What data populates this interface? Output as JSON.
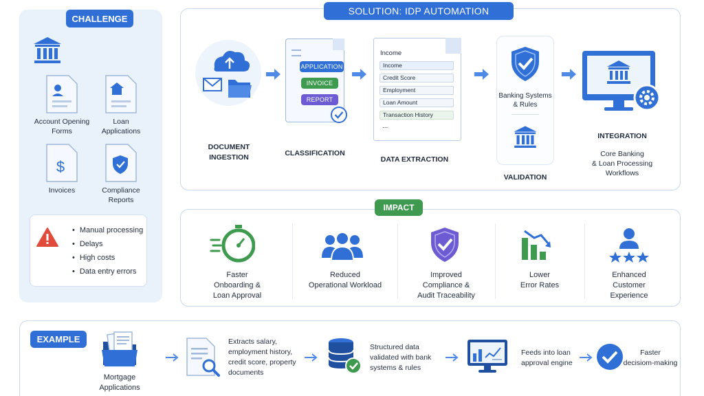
{
  "challenge": {
    "title": "CHALLENGE",
    "docs": [
      {
        "label_lines": [
          "Account Opening",
          "Forms"
        ],
        "icon": "user-document-icon"
      },
      {
        "label_lines": [
          "Loan",
          "Applications"
        ],
        "icon": "house-document-icon"
      },
      {
        "label_lines": [
          "Invoices"
        ],
        "icon": "dollar-document-icon"
      },
      {
        "label_lines": [
          "Compliance",
          "Reports"
        ],
        "icon": "shield-document-icon"
      }
    ],
    "issues": [
      "Manual processing",
      "Delays",
      "High costs",
      "Data entry errors"
    ]
  },
  "solution": {
    "title": "SOLUTION: IDP AUTOMATION",
    "steps": {
      "ingestion": [
        "DOCUMENT",
        "INGESTION"
      ],
      "classification": "CLASSIFICATION",
      "extraction": "DATA EXTRACTION",
      "validation": "VALIDATION",
      "integration": "INTEGRATION"
    },
    "chips": [
      "APPLICATION",
      "INVOICE",
      "REPORT"
    ],
    "extraction_title": "Income",
    "fields": [
      "Income",
      "Credit Score",
      "Employment",
      "Loan Amount",
      "Transaction History"
    ],
    "fields_more": "...",
    "validation_label": [
      "Banking Systems",
      "& Rules"
    ],
    "integration_desc": [
      "Core Banking",
      "& Loan Processing",
      "Workflows"
    ]
  },
  "impact": {
    "title": "IMPACT",
    "items": [
      {
        "lines": [
          "Faster",
          "Onboarding &",
          "Loan Approval"
        ]
      },
      {
        "lines": [
          "Reduced",
          "Operational Workload"
        ]
      },
      {
        "lines": [
          "Improved",
          "Compliance &",
          "Audit Traceability"
        ]
      },
      {
        "lines": [
          "Lower",
          "Error Rates"
        ]
      },
      {
        "lines": [
          "Enhanced",
          "Customer",
          "Experience"
        ]
      }
    ]
  },
  "example": {
    "title": "EXAMPLE",
    "steps": [
      {
        "lines": [
          "Mortgage",
          "Applications"
        ]
      },
      {
        "lines": [
          "Extracts salary,",
          "employment history,",
          "credit score, property",
          "documents"
        ]
      },
      {
        "lines": [
          "Structured data",
          "validated with bank",
          "systems & rules"
        ]
      },
      {
        "lines": [
          "Feeds into loan",
          "approval engine"
        ]
      },
      {
        "lines": [
          "Faster",
          "decisiom-making"
        ]
      }
    ]
  },
  "colors": {
    "accent": "#2f6fd6",
    "green": "#3d9a4e",
    "purple": "#6c5bd3",
    "red": "#e04b3c"
  }
}
